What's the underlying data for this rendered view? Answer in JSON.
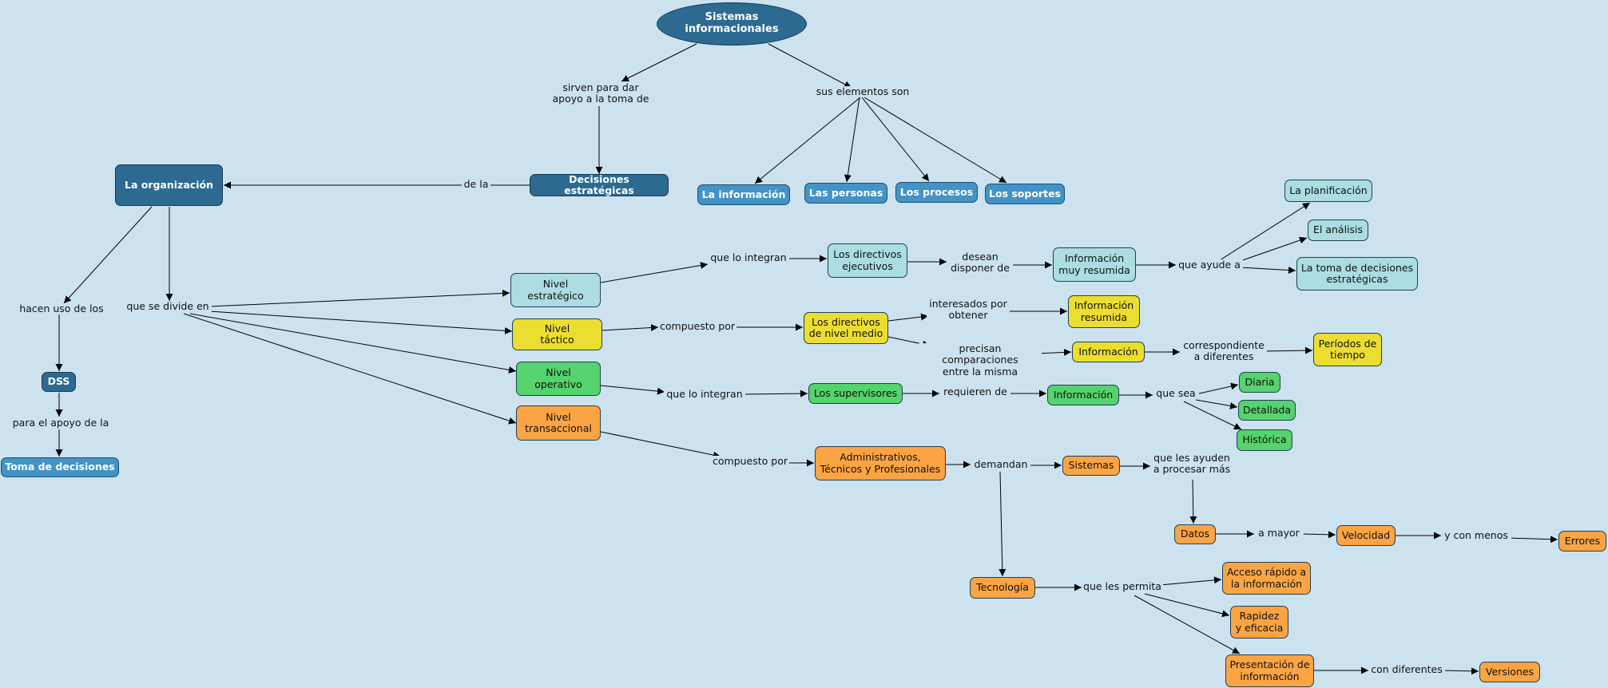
{
  "colors": {
    "background": "#cce3ef",
    "navy": "#2d6a92",
    "blue": "#4393c6",
    "teal": "#abdde3",
    "yellow": "#ecde30",
    "green": "#55d36d",
    "orange": "#fba443",
    "line": "#000000"
  },
  "concepts": {
    "root": "Sistemas informacionales",
    "decisiones": "Decisiones estratégicas",
    "organizacion": "La organización",
    "informacion": "La información",
    "personas": "Las personas",
    "procesos": "Los procesos",
    "soportes": "Los soportes",
    "dss": "DSS",
    "toma": "Toma de decisiones",
    "estrategico": "Nivel\nestratégico",
    "tactico": "Nivel\ntáctico",
    "operativo": "Nivel\noperativo",
    "transaccional": "Nivel\ntransaccional",
    "ejecutivos": "Los directivos\nejecutivos",
    "info_muy_resumida": "Información\nmuy resumida",
    "planificacion": "La planificación",
    "analisis": "El análisis",
    "toma_estrategicas": "La toma de decisiones\nestratégicas",
    "directivos_medio": "Los directivos\nde nivel medio",
    "info_resumida": "Información\nresumida",
    "info_tactica": "Información",
    "periodos": "Períodos de\ntiempo",
    "supervisores": "Los supervisores",
    "info_operativa": "Información",
    "diaria": "Diaria",
    "detallada": "Detallada",
    "historica": "Histórica",
    "administrativos": "Administrativos,\nTécnicos y Profesionales",
    "sistemas": "Sistemas",
    "datos": "Datos",
    "velocidad": "Velocidad",
    "errores": "Errores",
    "tecnologia": "Tecnología",
    "acceso": "Acceso rápido a\nla información",
    "rapidez": "Rapidez\ny eficacia",
    "presentacion": "Presentación de\ninformación",
    "versiones": "Versiones"
  },
  "links": {
    "sirven": "sirven para dar\napoyo a la toma de",
    "sus_elementos": "sus elementos son",
    "de_la": "de la",
    "hacen_uso": "hacen uso de los",
    "se_divide": "que se divide en",
    "apoyo_de_la": "para el apoyo de la",
    "integran_1": "que lo integran",
    "desean": "desean\ndisponer de",
    "ayude": "que ayude a",
    "compuesto_1": "compuesto por",
    "interesados": "interesados por\nobtener",
    "precisan": "precisan comparaciones\nentre la misma",
    "correspondiente": "correspondiente\na diferentes",
    "integran_2": "que lo integran",
    "requieren": "requieren de",
    "sea": "que sea",
    "compuesto_2": "compuesto por",
    "demandan": "demandan",
    "ayuden": "que les ayuden\na procesar más",
    "a_mayor": "a mayor",
    "con_menos": "y con menos",
    "permita": "que les permita",
    "con_diferentes": "con diferentes"
  }
}
